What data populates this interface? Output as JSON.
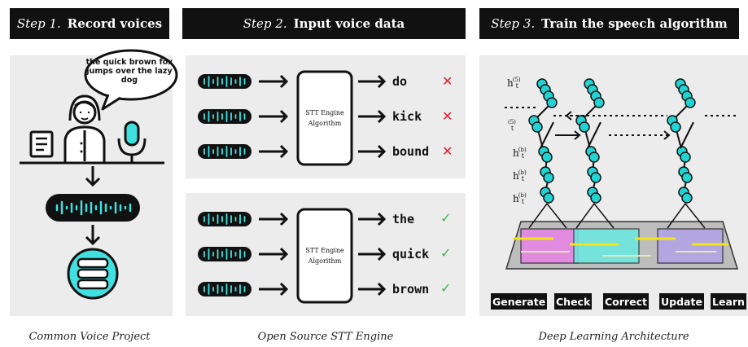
{
  "steps": [
    {
      "step": "Step 1.",
      "title": "Record voices"
    },
    {
      "step": "Step 2.",
      "title": "Input voice data"
    },
    {
      "step": "Step 3.",
      "title": "Train the speech algorithm"
    }
  ],
  "step1": {
    "speech_bubble": "the quick brown fox jumps over the lazy dog",
    "caption": "Common Voice Project"
  },
  "step2": {
    "engine_label_line1": "STT Engine",
    "engine_label_line2": "Algorithm",
    "top_outputs": [
      {
        "word": "do",
        "status": "✕"
      },
      {
        "word": "kick",
        "status": "✕"
      },
      {
        "word": "bound",
        "status": "✕"
      }
    ],
    "bottom_outputs": [
      {
        "word": "the",
        "status": "✓"
      },
      {
        "word": "quick",
        "status": "✓"
      },
      {
        "word": "brown",
        "status": "✓"
      }
    ],
    "caption": "Open Source STT Engine"
  },
  "step3": {
    "layer_labels": [
      {
        "h": "h",
        "sup": "(5)",
        "sub": "t"
      },
      {
        "h": "",
        "sup": "(5)",
        "sub": "t"
      },
      {
        "h": "h",
        "sup": "(b)",
        "sub": "t"
      },
      {
        "h": "h",
        "sup": "(b)",
        "sub": "t"
      },
      {
        "h": "h",
        "sup": "(b)",
        "sub": "t"
      }
    ],
    "training_steps": [
      "Generate",
      "Check",
      "Correct",
      "Update",
      "Learn"
    ],
    "caption": "Deep Learning Architecture"
  },
  "colors": {
    "header_bg": "#111111",
    "panel_bg": "#ececec",
    "wave": "#40e0e0",
    "node": "#22d3d3",
    "error": "#e21d2a",
    "success": "#3cb54a",
    "pink": "#e08ae0",
    "cyan": "#6ee7e0",
    "lavender": "#b3a6e0",
    "yellow": "#f2e51a"
  },
  "icons": [
    "document-icon",
    "person-icon",
    "microphone-icon",
    "database-icon",
    "soundwave-icon",
    "arrow-icon"
  ]
}
